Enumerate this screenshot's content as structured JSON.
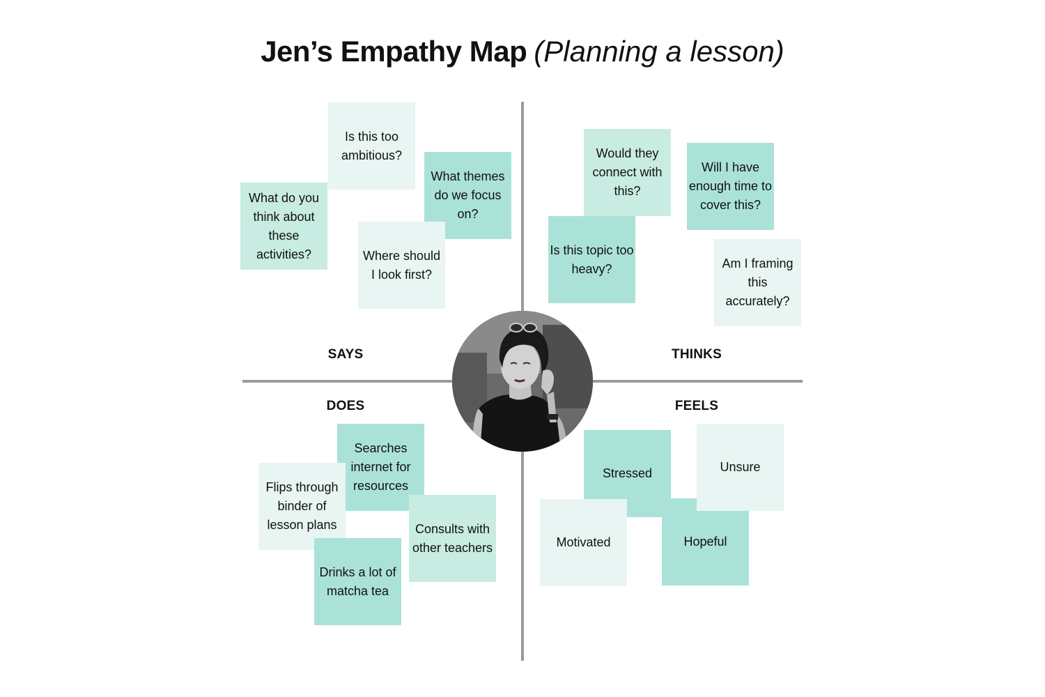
{
  "title": {
    "main": "Jen’s Empathy Map",
    "subtitle": "(Planning a lesson)"
  },
  "quadrants": {
    "says": "SAYS",
    "thinks": "THINKS",
    "does": "DOES",
    "feels": "FEELS"
  },
  "colors": {
    "pale": "#e8f5f2",
    "light": "#c8ece2",
    "mid": "#aae2d8",
    "axis": "#9a9a9a"
  },
  "notes": {
    "says": [
      "Is this too ambitious?",
      "What themes do we focus on?",
      "What do you think about these activities?",
      "Where should I look first?"
    ],
    "thinks": [
      "Would they connect with this?",
      "Will I have enough time to cover this?",
      "Is this topic too heavy?",
      "Am I framing this accurately?"
    ],
    "does": [
      "Searches internet for resources",
      "Flips through binder of lesson plans",
      "Consults with other teachers",
      "Drinks a lot of matcha tea"
    ],
    "feels": [
      "Stressed",
      "Unsure",
      "Motivated",
      "Hopeful"
    ]
  }
}
